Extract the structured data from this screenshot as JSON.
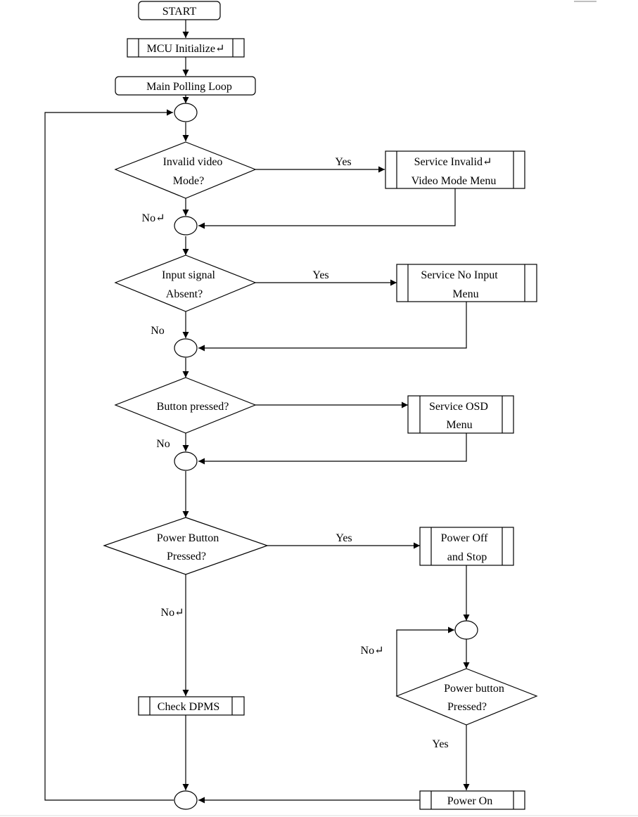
{
  "nodes": {
    "start": "START",
    "mcu_init": "MCU Initialize↵",
    "main_loop": "Main Polling Loop",
    "invalid_video": {
      "line1": "Invalid video",
      "line2": "Mode?"
    },
    "service_invalid": {
      "line1": "Service Invalid↵",
      "line2": "Video Mode Menu"
    },
    "input_absent": {
      "line1": "Input signal",
      "line2": "Absent?"
    },
    "service_no_input": {
      "line1": "Service No Input",
      "line2": "Menu"
    },
    "button_pressed": "Button pressed?",
    "service_osd": {
      "line1": "Service OSD",
      "line2": "Menu"
    },
    "power_button": {
      "line1": "Power Button",
      "line2": "Pressed?"
    },
    "power_off": {
      "line1": "Power Off",
      "line2": "and Stop"
    },
    "power_button_wait": {
      "line1": "Power button",
      "line2": "Pressed?"
    },
    "check_dpms": "Check DPMS",
    "power_on": "Power On"
  },
  "labels": {
    "yes1": "Yes",
    "no1": "No↵",
    "yes2": "Yes",
    "no2": "No",
    "no3": "No",
    "yes4": "Yes",
    "no4": "No↵",
    "no5": "No↵",
    "yes5": "Yes"
  }
}
